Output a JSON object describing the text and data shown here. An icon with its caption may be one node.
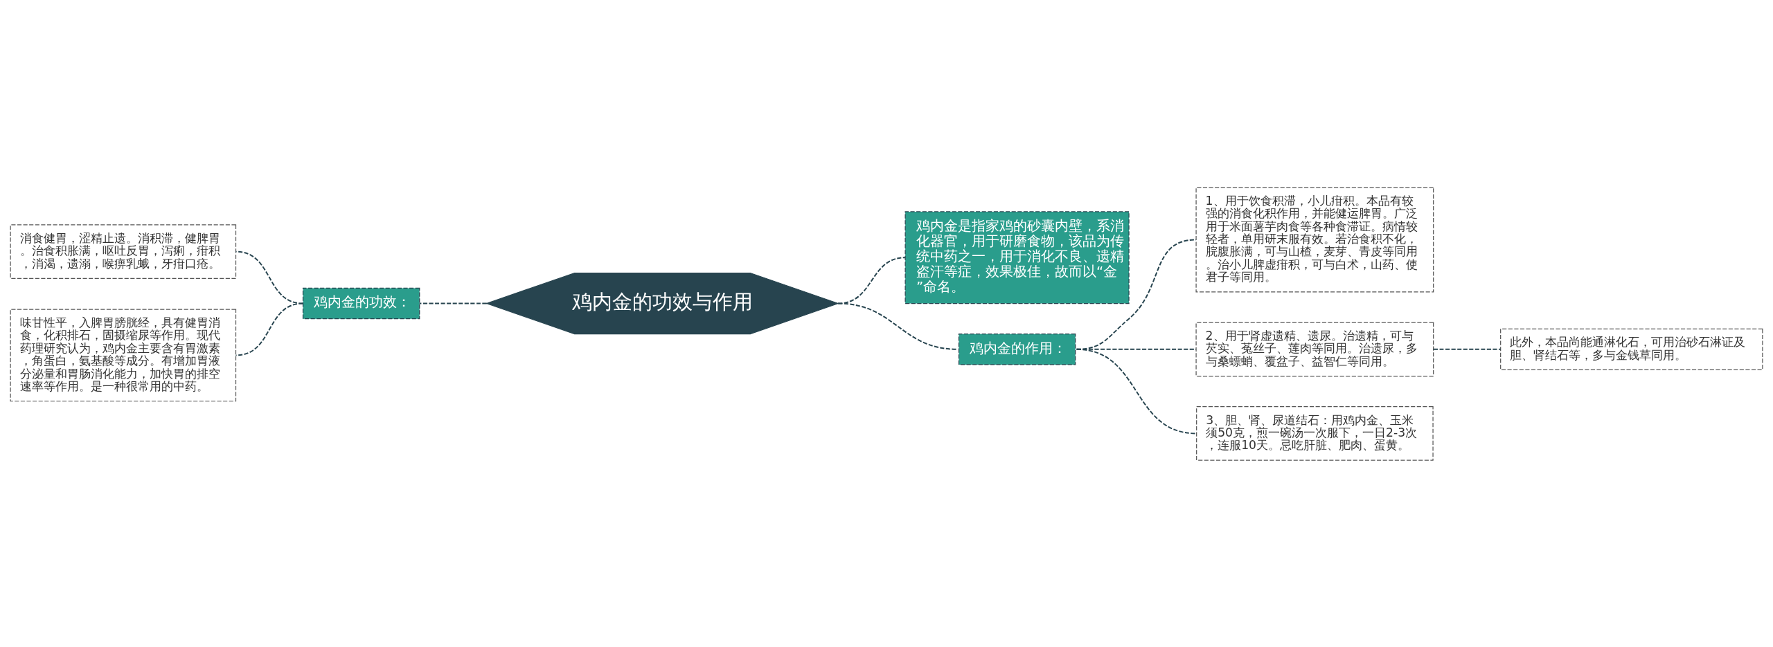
{
  "diagram": {
    "nodes": [
      {
        "text": [
          "鸡内金的功效与作用"
        ]
      },
      {
        "text": [
          "鸡内金的功效："
        ]
      },
      {
        "text": [
          "消食健胃，涩精止遗。消积滞，健脾胃。治食积胀满，呕吐反胃，泻痢，疳积，消渴，遗溺，喉痹乳蛾，牙疳口疮。"
        ]
      },
      {
        "text": [
          "味甘性平，入脾胃膀胱经，具有健胃消食，化积排石，固摄缩尿等作用。现代药理研究认为，鸡内金主要含有胃激素，角蛋白，氨基酸等成分。有增加胃液分泌量和胃肠消化能力，加快胃的排空速率等作用。是一种很常用的中药。"
        ]
      },
      {
        "text": [
          "鸡内金是指家鸡的砂囊内壁，系消化器官，用于研磨食物，该品为传统中药之一，用于消化不良、遗精盗汗等症，效果极佳，故而以“金”命名。"
        ]
      },
      {
        "text": [
          "鸡内金的作用："
        ]
      },
      {
        "text": [
          "1、用于饮食积滞，小儿疳积。本品有较强的消食化积作用，并能健运脾胃。广泛用于米面薯芋肉食等各种食滞证。病情较轻者，单用研末服有效。若治食积不化，脘腹胀满，可与山楂，麦芽、青皮等同用。治小儿脾虚疳积，可与白术，山药、使君子等同用。"
        ]
      },
      {
        "text": [
          "2、用于肾虚遗精、遗尿。治遗精，可与芡实、菟丝子、莲肉等同用。治遗尿，多与桑螵蛸、覆盆子、益智仁等同用。"
        ]
      },
      {
        "text": [
          "此外，本品尚能通淋化石，可用治砂石淋证及胆、肾结石等，多与金钱草同用。"
        ]
      },
      {
        "text": [
          "3、胆、肾、尿道结石：用鸡内金、玉米须50克，煎一碗汤一次服下，一日2-3次，连服10天。忌吃肝脏、肥肉、蛋黄。"
        ]
      }
    ],
    "edges": [
      {
        "from": 0,
        "to": 1,
        "arrow": "none",
        "style": "dashed"
      },
      {
        "from": 1,
        "to": 2,
        "arrow": "none",
        "style": "dashed"
      },
      {
        "from": 1,
        "to": 3,
        "arrow": "none",
        "style": "dashed"
      },
      {
        "from": 0,
        "to": 4,
        "arrow": "none",
        "style": "dashed"
      },
      {
        "from": 0,
        "to": 5,
        "arrow": "none",
        "style": "dashed"
      },
      {
        "from": 5,
        "to": 6,
        "arrow": "none",
        "style": "dashed"
      },
      {
        "from": 5,
        "to": 7,
        "arrow": "none",
        "style": "dashed"
      },
      {
        "from": 7,
        "to": 8,
        "arrow": "none",
        "style": "dashed"
      },
      {
        "from": 5,
        "to": 9,
        "arrow": "none",
        "style": "dashed"
      }
    ]
  }
}
